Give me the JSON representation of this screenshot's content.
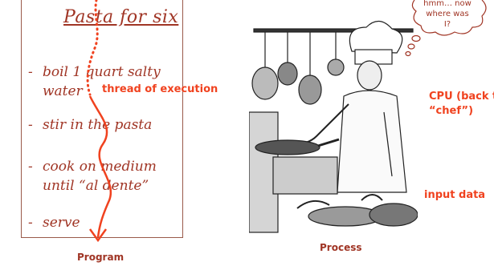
{
  "recipe": {
    "title": "Pasta for six",
    "steps": [
      {
        "dash": "-",
        "line1": "boil 1 quart salty",
        "line2": "water"
      },
      {
        "dash": "-",
        "line1": "stir in the pasta",
        "line2": ""
      },
      {
        "dash": "-",
        "line1": "cook on medium",
        "line2": "until “al dente”"
      },
      {
        "dash": "-",
        "line1": "serve",
        "line2": ""
      }
    ]
  },
  "labels": {
    "thread": "thread of execution",
    "program": "Program",
    "cpu_line1": "CPU (back to",
    "cpu_line2": "“chef”)",
    "input": "input data",
    "process": "Process"
  },
  "thought": {
    "line1": "hmm… now",
    "line2": "where was",
    "line3": "I?"
  },
  "colors": {
    "recipe_text": "#a03525",
    "accent_red": "#f0421f",
    "border": "#9a5a4a"
  },
  "icons": [
    "thought-bubble-icon",
    "chef-illustration",
    "thread-arrow-icon"
  ]
}
